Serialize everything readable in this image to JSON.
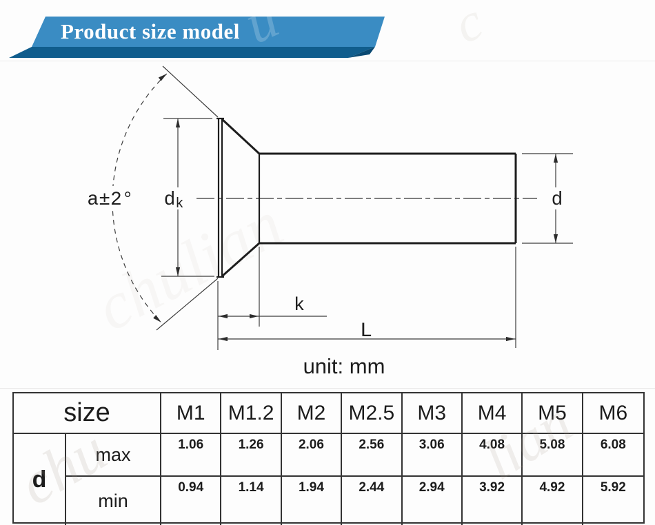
{
  "banner": {
    "title": "Product size model",
    "colors": {
      "light_blue": "#3a8cc3",
      "dark_blue": "#105d8d",
      "fold_blue": "#0a4a73"
    }
  },
  "diagram": {
    "labels": {
      "angle": "a±2°",
      "dk_main": "d",
      "dk_sub": "k",
      "shank_diameter": "d",
      "head_height": "k",
      "length": "L"
    },
    "unit": "unit: mm"
  },
  "table": {
    "size_label": "size",
    "group_label": "d",
    "columns": [
      "M1",
      "M1.2",
      "M2",
      "M2.5",
      "M3",
      "M4",
      "M5",
      "M6"
    ],
    "rows": [
      {
        "label": "max",
        "values": [
          "1.06",
          "1.26",
          "2.06",
          "2.56",
          "3.06",
          "4.08",
          "5.08",
          "6.08"
        ]
      },
      {
        "label": "min",
        "values": [
          "0.94",
          "1.14",
          "1.94",
          "2.44",
          "2.94",
          "3.92",
          "4.92",
          "5.92"
        ]
      }
    ]
  },
  "watermark": {
    "fragments": [
      "chulian",
      "chu",
      "lian",
      "u",
      "c"
    ]
  }
}
